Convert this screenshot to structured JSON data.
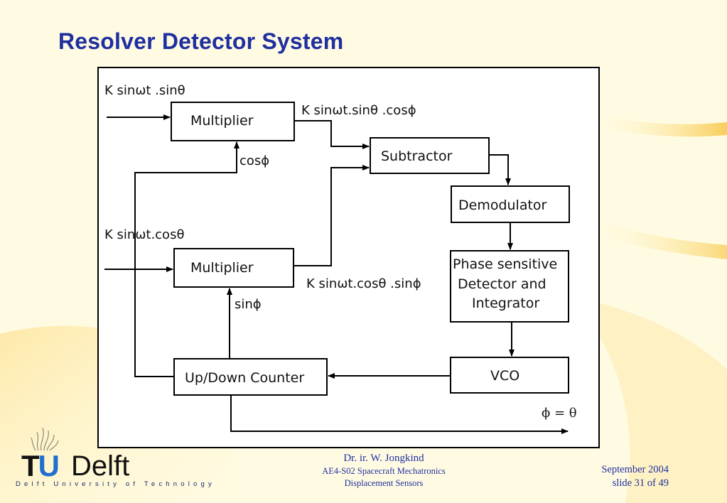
{
  "slide": {
    "title": "Resolver Detector System"
  },
  "diagram": {
    "inputs": {
      "top_signal": "K sinωt .sinθ",
      "bottom_signal": "K sinωt.cosθ"
    },
    "blocks": {
      "multiplier_top": "Multiplier",
      "multiplier_bottom": "Multiplier",
      "subtractor": "Subtractor",
      "demodulator": "Demodulator",
      "phase_detector_line1": "Phase sensitive",
      "phase_detector_line2": "Detector and",
      "phase_detector_line3": "Integrator",
      "vco": "VCO",
      "counter": "Up/Down Counter"
    },
    "signals": {
      "top_product": "K sinωt.sinθ .cosϕ",
      "bottom_product": "K sinωt.cosθ .sinϕ",
      "cos_phi": "cosϕ",
      "sin_phi": "sinϕ",
      "output": "ϕ = θ"
    }
  },
  "footer": {
    "logo_tu": "TU",
    "logo_delft": "Delft",
    "logo_subtitle": "Delft University of Technology",
    "author": "Dr. ir. W. Jongkind",
    "course": "AE4-S02 Spacecraft Mechatronics",
    "topic": "Displacement Sensors",
    "date": "September 2004",
    "slide_number": "slide 31 of 49"
  },
  "colors": {
    "title": "#1f2fa0",
    "background": "#fffbe0",
    "accent_orange": "#f7b731",
    "logo_blue": "#1e6fd0"
  }
}
